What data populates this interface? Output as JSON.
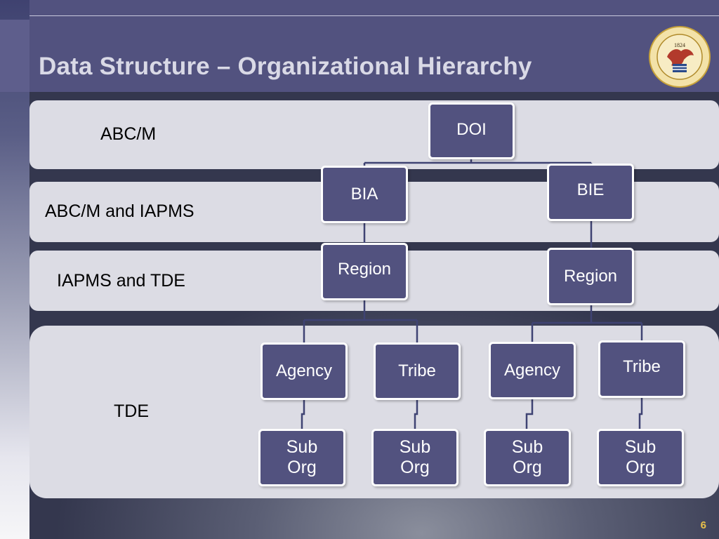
{
  "title": "Data Structure – Organizational Hierarchy",
  "bands": [
    {
      "label": "ABC/M"
    },
    {
      "label": "ABC/M and IAPMS"
    },
    {
      "label": "IAPMS and TDE"
    },
    {
      "label": "TDE"
    }
  ],
  "nodes": {
    "doi": "DOI",
    "bia": "BIA",
    "bie": "BIE",
    "bia_region": "Region",
    "bie_region": "Region",
    "bia_agency": "Agency",
    "bia_tribe": "Tribe",
    "bie_agency": "Agency",
    "bie_tribe": "Tribe",
    "suborg_line1": "Sub",
    "suborg_line2": "Org"
  },
  "seal": {
    "year": "1824"
  },
  "page_number": "6",
  "colors": {
    "node_fill": "#52527f",
    "band_fill": "#dcdce4",
    "connector": "#3f4373",
    "page_number": "#e8c04a"
  }
}
